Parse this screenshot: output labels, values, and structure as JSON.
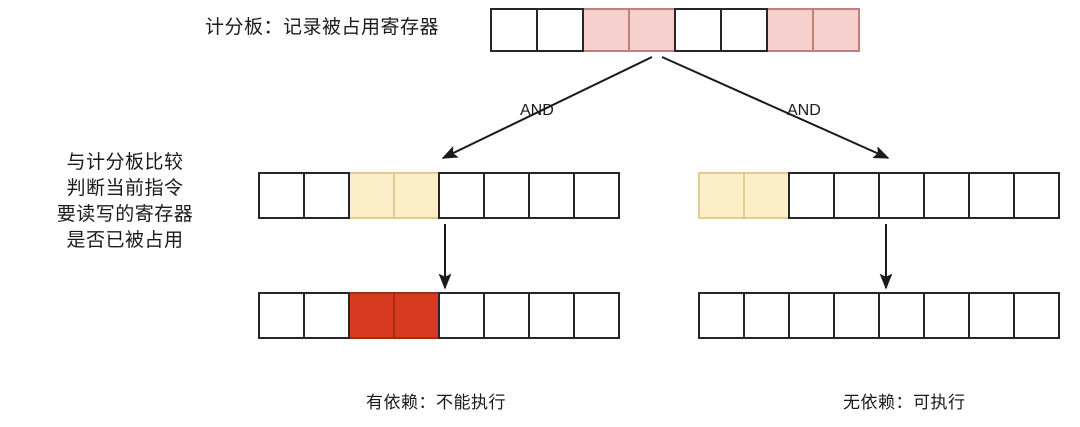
{
  "diagram": {
    "title": "计分板：记录被占用寄存器",
    "side_note_lines": [
      "与计分板比较",
      "判断当前指令",
      "要读写的寄存器",
      "是否已被占用"
    ],
    "and_left_label": "AND",
    "and_right_label": "AND",
    "caption_left": "有依赖：不能执行",
    "caption_right": "无依赖：可执行",
    "colors": {
      "pink": "#f5d0cd",
      "yellow": "#fcefc8",
      "red": "#d63a1f",
      "white": "#ffffff",
      "stroke": "#262626"
    },
    "rows": {
      "scoreboard": {
        "name": "scoreboard-row",
        "cells": [
          "white",
          "white",
          "pink",
          "pink",
          "white",
          "white",
          "pink",
          "pink"
        ]
      },
      "instr_left": {
        "name": "instruction-row-left",
        "cells": [
          "white",
          "white",
          "yellow",
          "yellow",
          "white",
          "white",
          "white",
          "white"
        ]
      },
      "instr_right": {
        "name": "instruction-row-right",
        "cells": [
          "yellow",
          "yellow",
          "white",
          "white",
          "white",
          "white",
          "white",
          "white"
        ]
      },
      "result_left": {
        "name": "result-row-left",
        "cells": [
          "white",
          "white",
          "red",
          "red",
          "white",
          "white",
          "white",
          "white"
        ]
      },
      "result_right": {
        "name": "result-row-right",
        "cells": [
          "white",
          "white",
          "white",
          "white",
          "white",
          "white",
          "white",
          "white"
        ]
      }
    }
  }
}
